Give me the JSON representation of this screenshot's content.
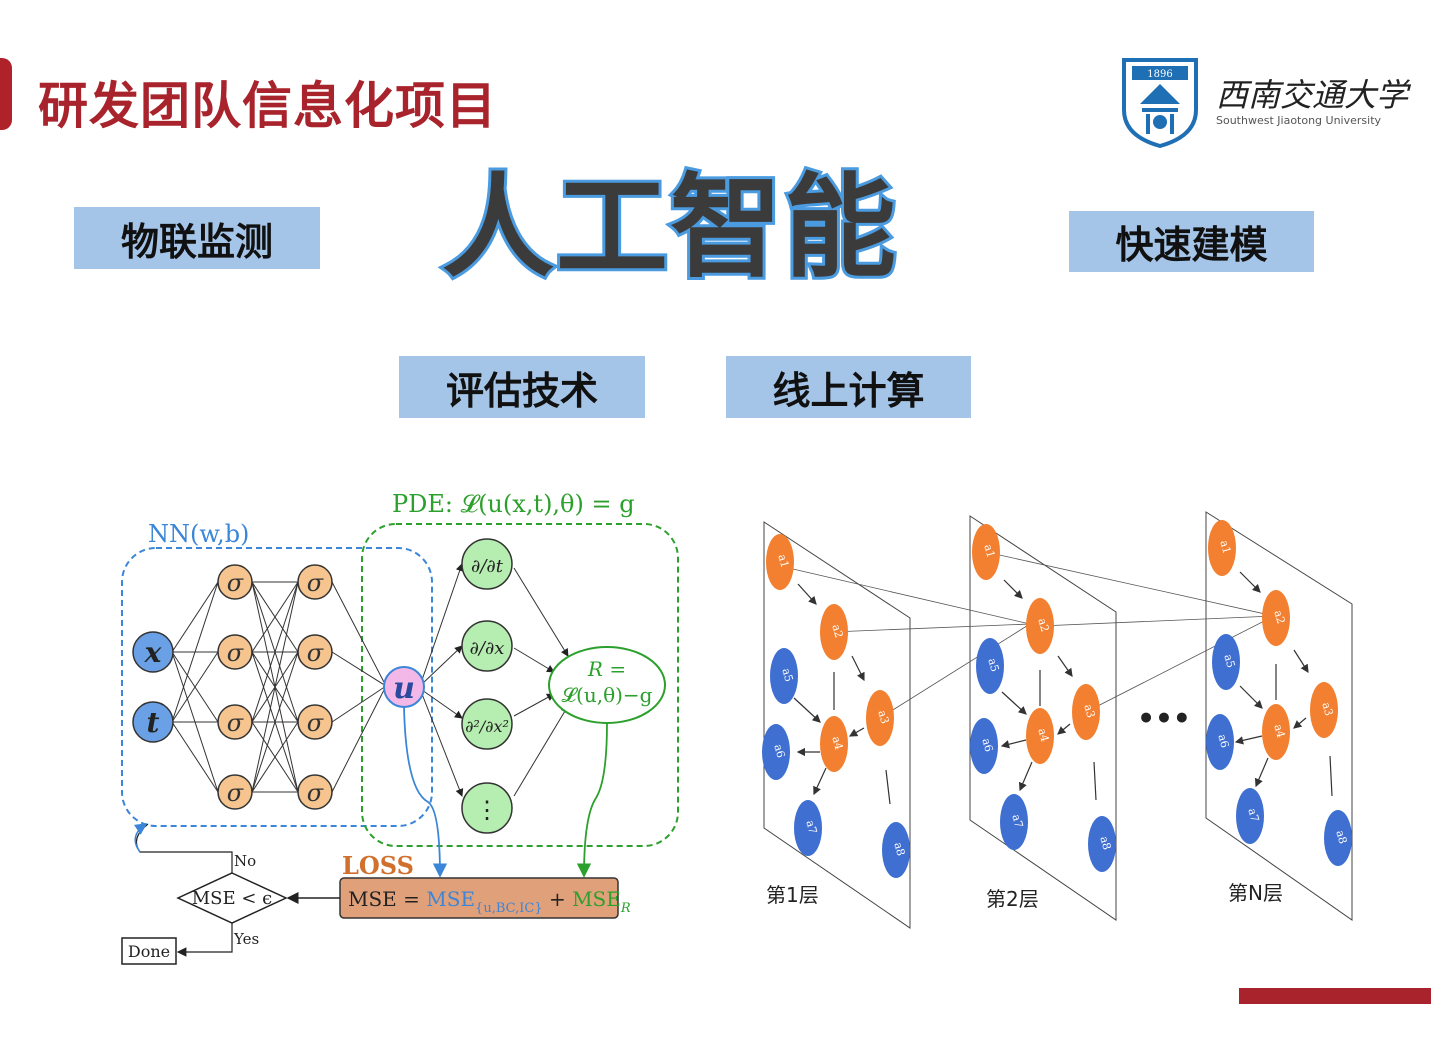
{
  "header": {
    "title": "研发团队信息化项目",
    "logo": {
      "cn": "西南交通大学",
      "en": "Southwest Jiaotong University",
      "seal": "1896"
    }
  },
  "main": {
    "headline": "人工智能",
    "tags": [
      "物联监测",
      "快速建模",
      "评估技术",
      "线上计算"
    ]
  },
  "pinn": {
    "nn_label": "NN(w,b)",
    "pde_label": "PDE: 𝓛(u(x,t),θ) = g",
    "inputs": [
      "x",
      "t"
    ],
    "neuron": "σ",
    "output": "u",
    "derivs": [
      "∂/∂t",
      "∂/∂x",
      "∂²/∂x²",
      "⋮"
    ],
    "residual": [
      "R =",
      "𝓛(u,θ)−g"
    ],
    "loss_title": "LOSS",
    "loss_parts": [
      "MSE = ",
      "MSE",
      "{u,BC,IC}",
      " + ",
      "MSE",
      "R"
    ],
    "decision": "MSE < ϵ",
    "no": "No",
    "yes": "Yes",
    "done": "Done"
  },
  "layers": {
    "captions": [
      "第1层",
      "第2层",
      "第N层"
    ],
    "ellipsis": "•••",
    "nodes": [
      "a1",
      "a2",
      "a3",
      "a4",
      "a5",
      "a6",
      "a7",
      "a8"
    ]
  },
  "colors": {
    "brand_red": "#a8232b",
    "tag_blue": "#a4c4e8",
    "orange_node": "#f28030",
    "blue_node": "#3f6fd0",
    "nn_blue": "#3b86d8",
    "pde_green": "#2ca02c",
    "loss_fill": "#e0a07a"
  }
}
